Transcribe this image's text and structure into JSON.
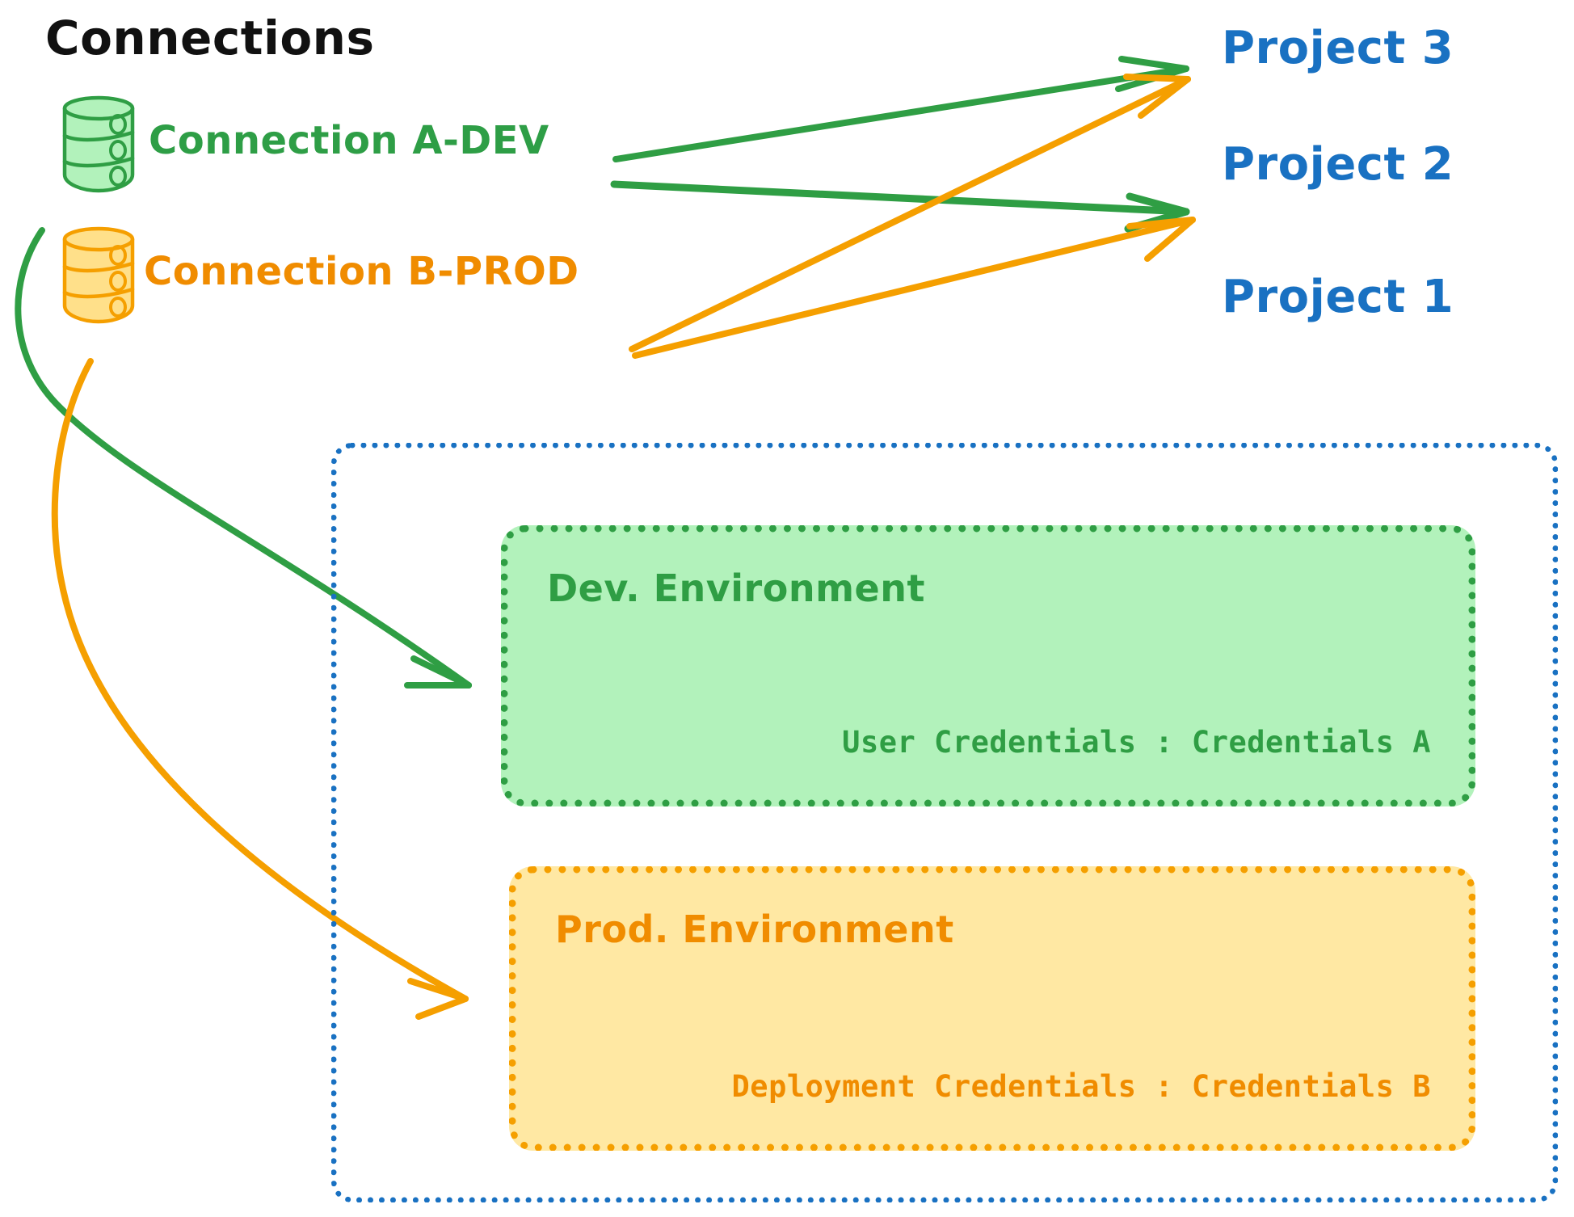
{
  "diagram": {
    "title": "Connections",
    "connections": [
      {
        "id": "connection-a-dev",
        "label": "Connection A-DEV",
        "icon": "database-icon",
        "color": "#2E9E46",
        "fill": "#B2F2BB"
      },
      {
        "id": "connection-b-prod",
        "label": "Connection B-PROD",
        "icon": "database-icon",
        "color": "#F08C00",
        "fill": "#FFE08A"
      }
    ],
    "projects": [
      {
        "id": "project-3",
        "label": "Project 3",
        "color": "#1971C2"
      },
      {
        "id": "project-2",
        "label": "Project 2",
        "color": "#1971C2"
      },
      {
        "id": "project-1",
        "label": "Project 1",
        "color": "#1971C2"
      }
    ],
    "project1": {
      "label": "Project 1",
      "border_color": "#1971C2",
      "environments": [
        {
          "id": "dev-environment",
          "title": "Dev. Environment",
          "credentials": "User Credentials : Credentials A",
          "color": "#2F9E44",
          "fill": "#B2F2BB"
        },
        {
          "id": "prod-environment",
          "title": "Prod. Environment",
          "credentials": "Deployment Credentials : Credentials B",
          "color": "#F08C00",
          "fill": "#FFE8A3"
        }
      ]
    },
    "edges": [
      {
        "from": "connection-a-dev",
        "to": "project-3",
        "color": "#2F9E44"
      },
      {
        "from": "connection-a-dev",
        "to": "project-2",
        "color": "#2F9E44"
      },
      {
        "from": "connection-a-dev",
        "to": "dev-environment",
        "color": "#2F9E44"
      },
      {
        "from": "connection-b-prod",
        "to": "project-3",
        "color": "#F59F00"
      },
      {
        "from": "connection-b-prod",
        "to": "project-2",
        "color": "#F59F00"
      },
      {
        "from": "connection-b-prod",
        "to": "prod-environment",
        "color": "#F59F00"
      }
    ]
  }
}
